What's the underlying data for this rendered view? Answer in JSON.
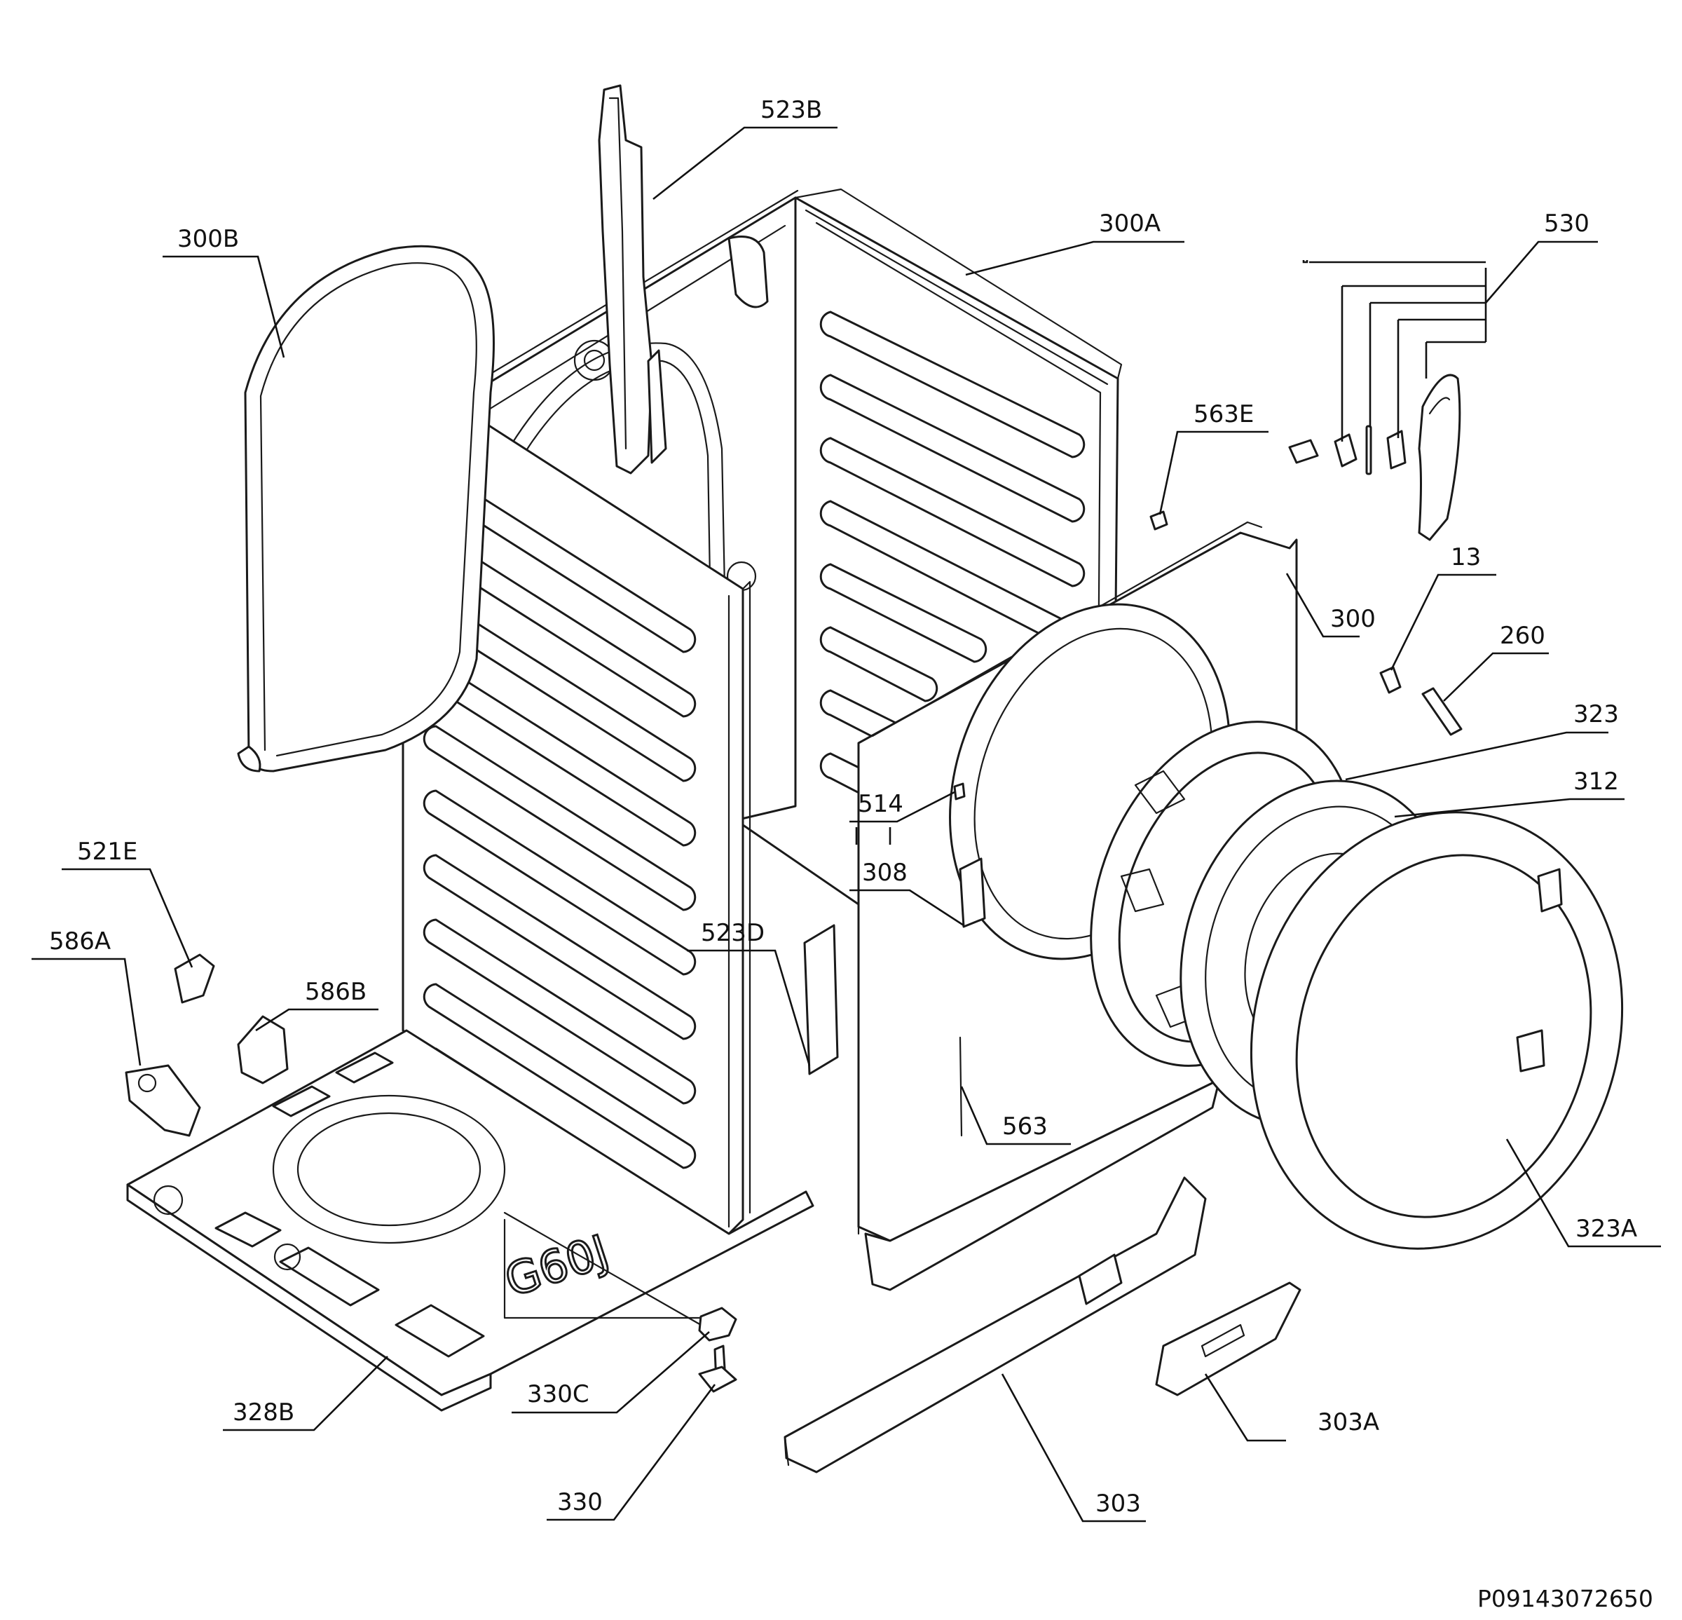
{
  "drawing_code": "P09143072650",
  "stamp_text": "G60J",
  "callouts": [
    {
      "id": "523B",
      "text": "523B"
    },
    {
      "id": "300A",
      "text": "300A"
    },
    {
      "id": "300B",
      "text": "300B"
    },
    {
      "id": "530",
      "text": "530"
    },
    {
      "id": "563E",
      "text": "563E"
    },
    {
      "id": "13",
      "text": "13"
    },
    {
      "id": "300",
      "text": "300"
    },
    {
      "id": "260",
      "text": "260"
    },
    {
      "id": "323",
      "text": "323"
    },
    {
      "id": "312",
      "text": "312"
    },
    {
      "id": "514",
      "text": "514"
    },
    {
      "id": "521E",
      "text": "521E"
    },
    {
      "id": "308",
      "text": "308"
    },
    {
      "id": "586A",
      "text": "586A"
    },
    {
      "id": "523D",
      "text": "523D"
    },
    {
      "id": "586B",
      "text": "586B"
    },
    {
      "id": "563",
      "text": "563"
    },
    {
      "id": "323A",
      "text": "323A"
    },
    {
      "id": "328B",
      "text": "328B"
    },
    {
      "id": "330C",
      "text": "330C"
    },
    {
      "id": "303A",
      "text": "303A"
    },
    {
      "id": "330",
      "text": "330"
    },
    {
      "id": "303",
      "text": "303"
    }
  ]
}
